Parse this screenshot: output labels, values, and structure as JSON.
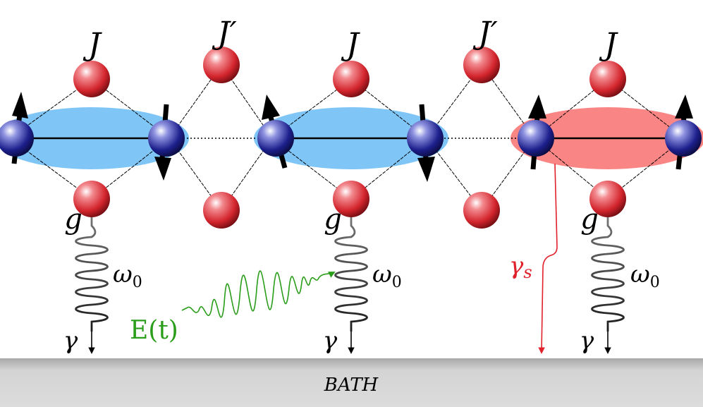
{
  "labels": {
    "intra_coupling": "J",
    "inter_coupling": "J′",
    "phonon_coupling": "g",
    "phonon_frequency": "ω",
    "phonon_frequency_sub": "0",
    "phonon_damping": "γ",
    "spin_damping": "γ",
    "spin_damping_sub": "s",
    "drive_field": "E(t)",
    "bath": "BATH"
  },
  "colors": {
    "dimer_blue": "#7fc6f7",
    "dimer_red": "#f98585",
    "spin_atom": "#1d1f8c",
    "ligand_atom": "#d3242c",
    "drive": "#2a9d1a",
    "spin_damping": "#e0212b",
    "bath": "#d4d4d4"
  }
}
